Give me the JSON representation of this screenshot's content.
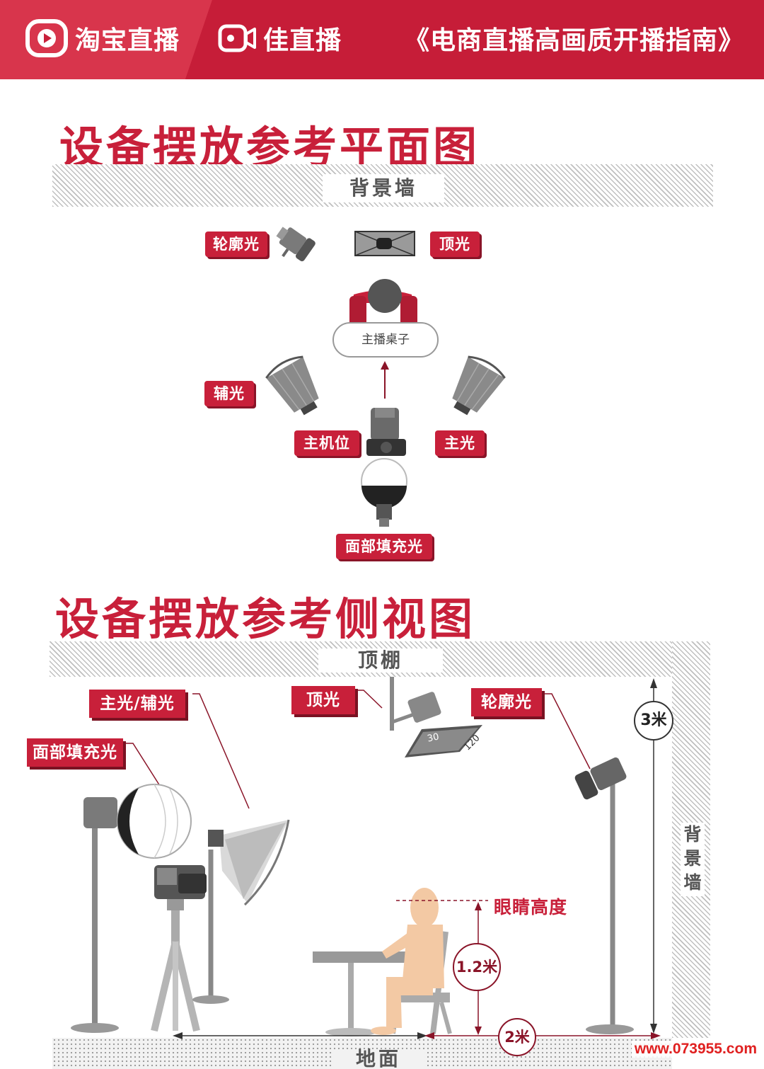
{
  "header": {
    "brand1": "淘宝直播",
    "brand2": "佳直播",
    "title": "《电商直播高画质开播指南》",
    "bg_color": "#c8203a"
  },
  "plan": {
    "title": "设备摆放参考平面图",
    "wall_label": "背景墙",
    "labels": {
      "rim_light": "轮廓光",
      "top_light": "顶光",
      "desk": "主播桌子",
      "fill_light": "辅光",
      "main_light": "主光",
      "main_camera": "主机位",
      "face_fill": "面部填充光"
    },
    "icons": [
      "spotlight-icon",
      "softbox-icon",
      "anchor-icon",
      "parabolic-softbox-icon",
      "camera-icon",
      "lantern-light-icon"
    ]
  },
  "side": {
    "title": "设备摆放参考侧视图",
    "ceiling_label": "顶棚",
    "floor_label": "地面",
    "wall_label": "背景墙",
    "labels": {
      "main_fill": "主光/辅光",
      "top_light": "顶光",
      "rim_light": "轮廓光",
      "face_fill": "面部填充光",
      "eye_height": "眼睛高度"
    },
    "measurements": {
      "ceiling_height": "3米",
      "eye_height_value": "1.2米",
      "distance": "2米",
      "softbox_width": "30",
      "softbox_length": "120"
    }
  },
  "watermark": "www.073955.com"
}
